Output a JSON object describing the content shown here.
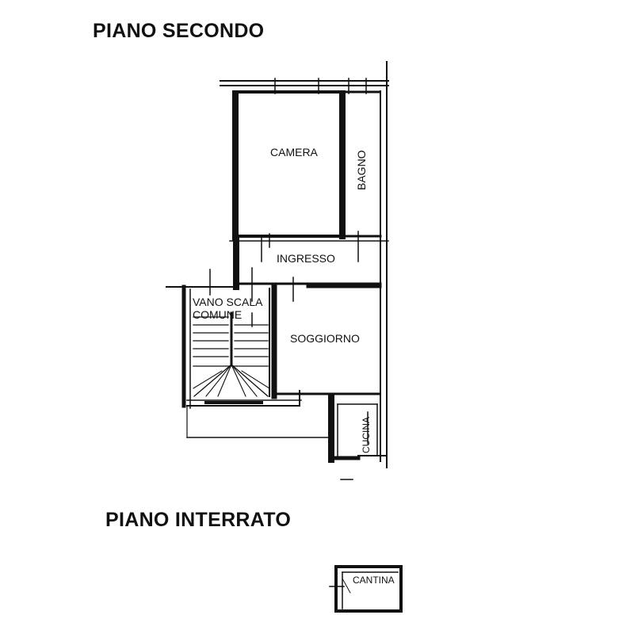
{
  "titles": {
    "second_floor": "PIANO SECONDO",
    "basement": "PIANO INTERRATO"
  },
  "rooms": {
    "camera": "CAMERA",
    "bagno": "BAGNO",
    "ingresso": "INGRESSO",
    "vano_scala_line1": "VANO SCALA",
    "vano_scala_line2": "COMUNE",
    "soggiorno": "SOGGIORNO",
    "cucina": "CUCINA",
    "cantina": "CANTINA"
  }
}
